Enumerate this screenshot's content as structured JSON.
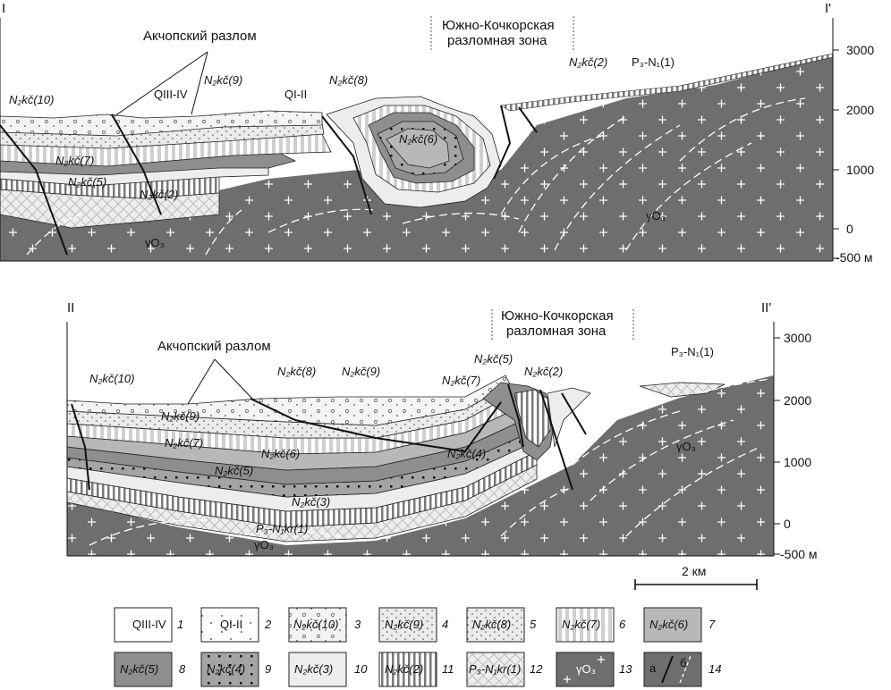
{
  "section1": {
    "corner_left": "I",
    "corner_right": "I'",
    "fault_title": "Акчопский разлом",
    "zone_title": [
      "Южно-Кочкорская",
      "разломная зона"
    ],
    "unit_labels": [
      "N₂kč(10)",
      "N₂kč(9)",
      "QIII-IV",
      "QI-II",
      "N₂kč(8)",
      "N₂kč(6)",
      "N₂kč(7)",
      "N₂kč(5)",
      "N₂kč(2)",
      "γO₃",
      "N₂kč(2)",
      "P₃-N₁(1)",
      "γO₃"
    ],
    "axis_ticks": [
      "3000",
      "2000",
      "1000",
      "0",
      "-500 м"
    ]
  },
  "section2": {
    "corner_left": "II",
    "corner_right": "II'",
    "fault_title": "Акчопский разлом",
    "zone_title": [
      "Южно-Кочкорская",
      "разломная зона"
    ],
    "unit_labels": [
      "N₂kč(10)",
      "N₂kč(8)",
      "N₂kč(9)",
      "N₂kč(7)",
      "N₂kč(5)",
      "N₂kč(2)",
      "P₃-N₁(1)",
      "N₂kč(9)",
      "N₂kč(7)",
      "N₂kč(6)",
      "N₂kč(4)",
      "N₂kč(5)",
      "N₂kč(3)",
      "P₃-N₁kr(1)",
      "γO₃",
      "γO₃"
    ],
    "axis_ticks": [
      "3000",
      "2000",
      "1000",
      "0",
      "-500 м"
    ]
  },
  "scale_bar_label": "2 км",
  "legend": [
    {
      "num": "1",
      "label": "QIII-IV"
    },
    {
      "num": "2",
      "label": "QI-II"
    },
    {
      "num": "3",
      "label": "N₂kč(10)"
    },
    {
      "num": "4",
      "label": "N₂kč(9)"
    },
    {
      "num": "5",
      "label": "N₂kč(8)"
    },
    {
      "num": "6",
      "label": "N₂kč(7)"
    },
    {
      "num": "7",
      "label": "N₂kč(6)"
    },
    {
      "num": "8",
      "label": "N₂kč(5)"
    },
    {
      "num": "9",
      "label": "N₂kč(4)"
    },
    {
      "num": "10",
      "label": "N₂kč(3)"
    },
    {
      "num": "11",
      "label": "N₂kč(2)"
    },
    {
      "num": "12",
      "label": "P₃-N₁kr(1)"
    },
    {
      "num": "13",
      "label": "γO₃"
    },
    {
      "num": "14",
      "label_a": "а",
      "label_b": "б"
    }
  ],
  "colors": {
    "granite": "#6e6e6e",
    "kc6": "#b8b8b8",
    "kc5": "#8e8e8e",
    "kc4": "#a4a4a4",
    "light": "#e6e6e6",
    "white": "#ffffff"
  }
}
